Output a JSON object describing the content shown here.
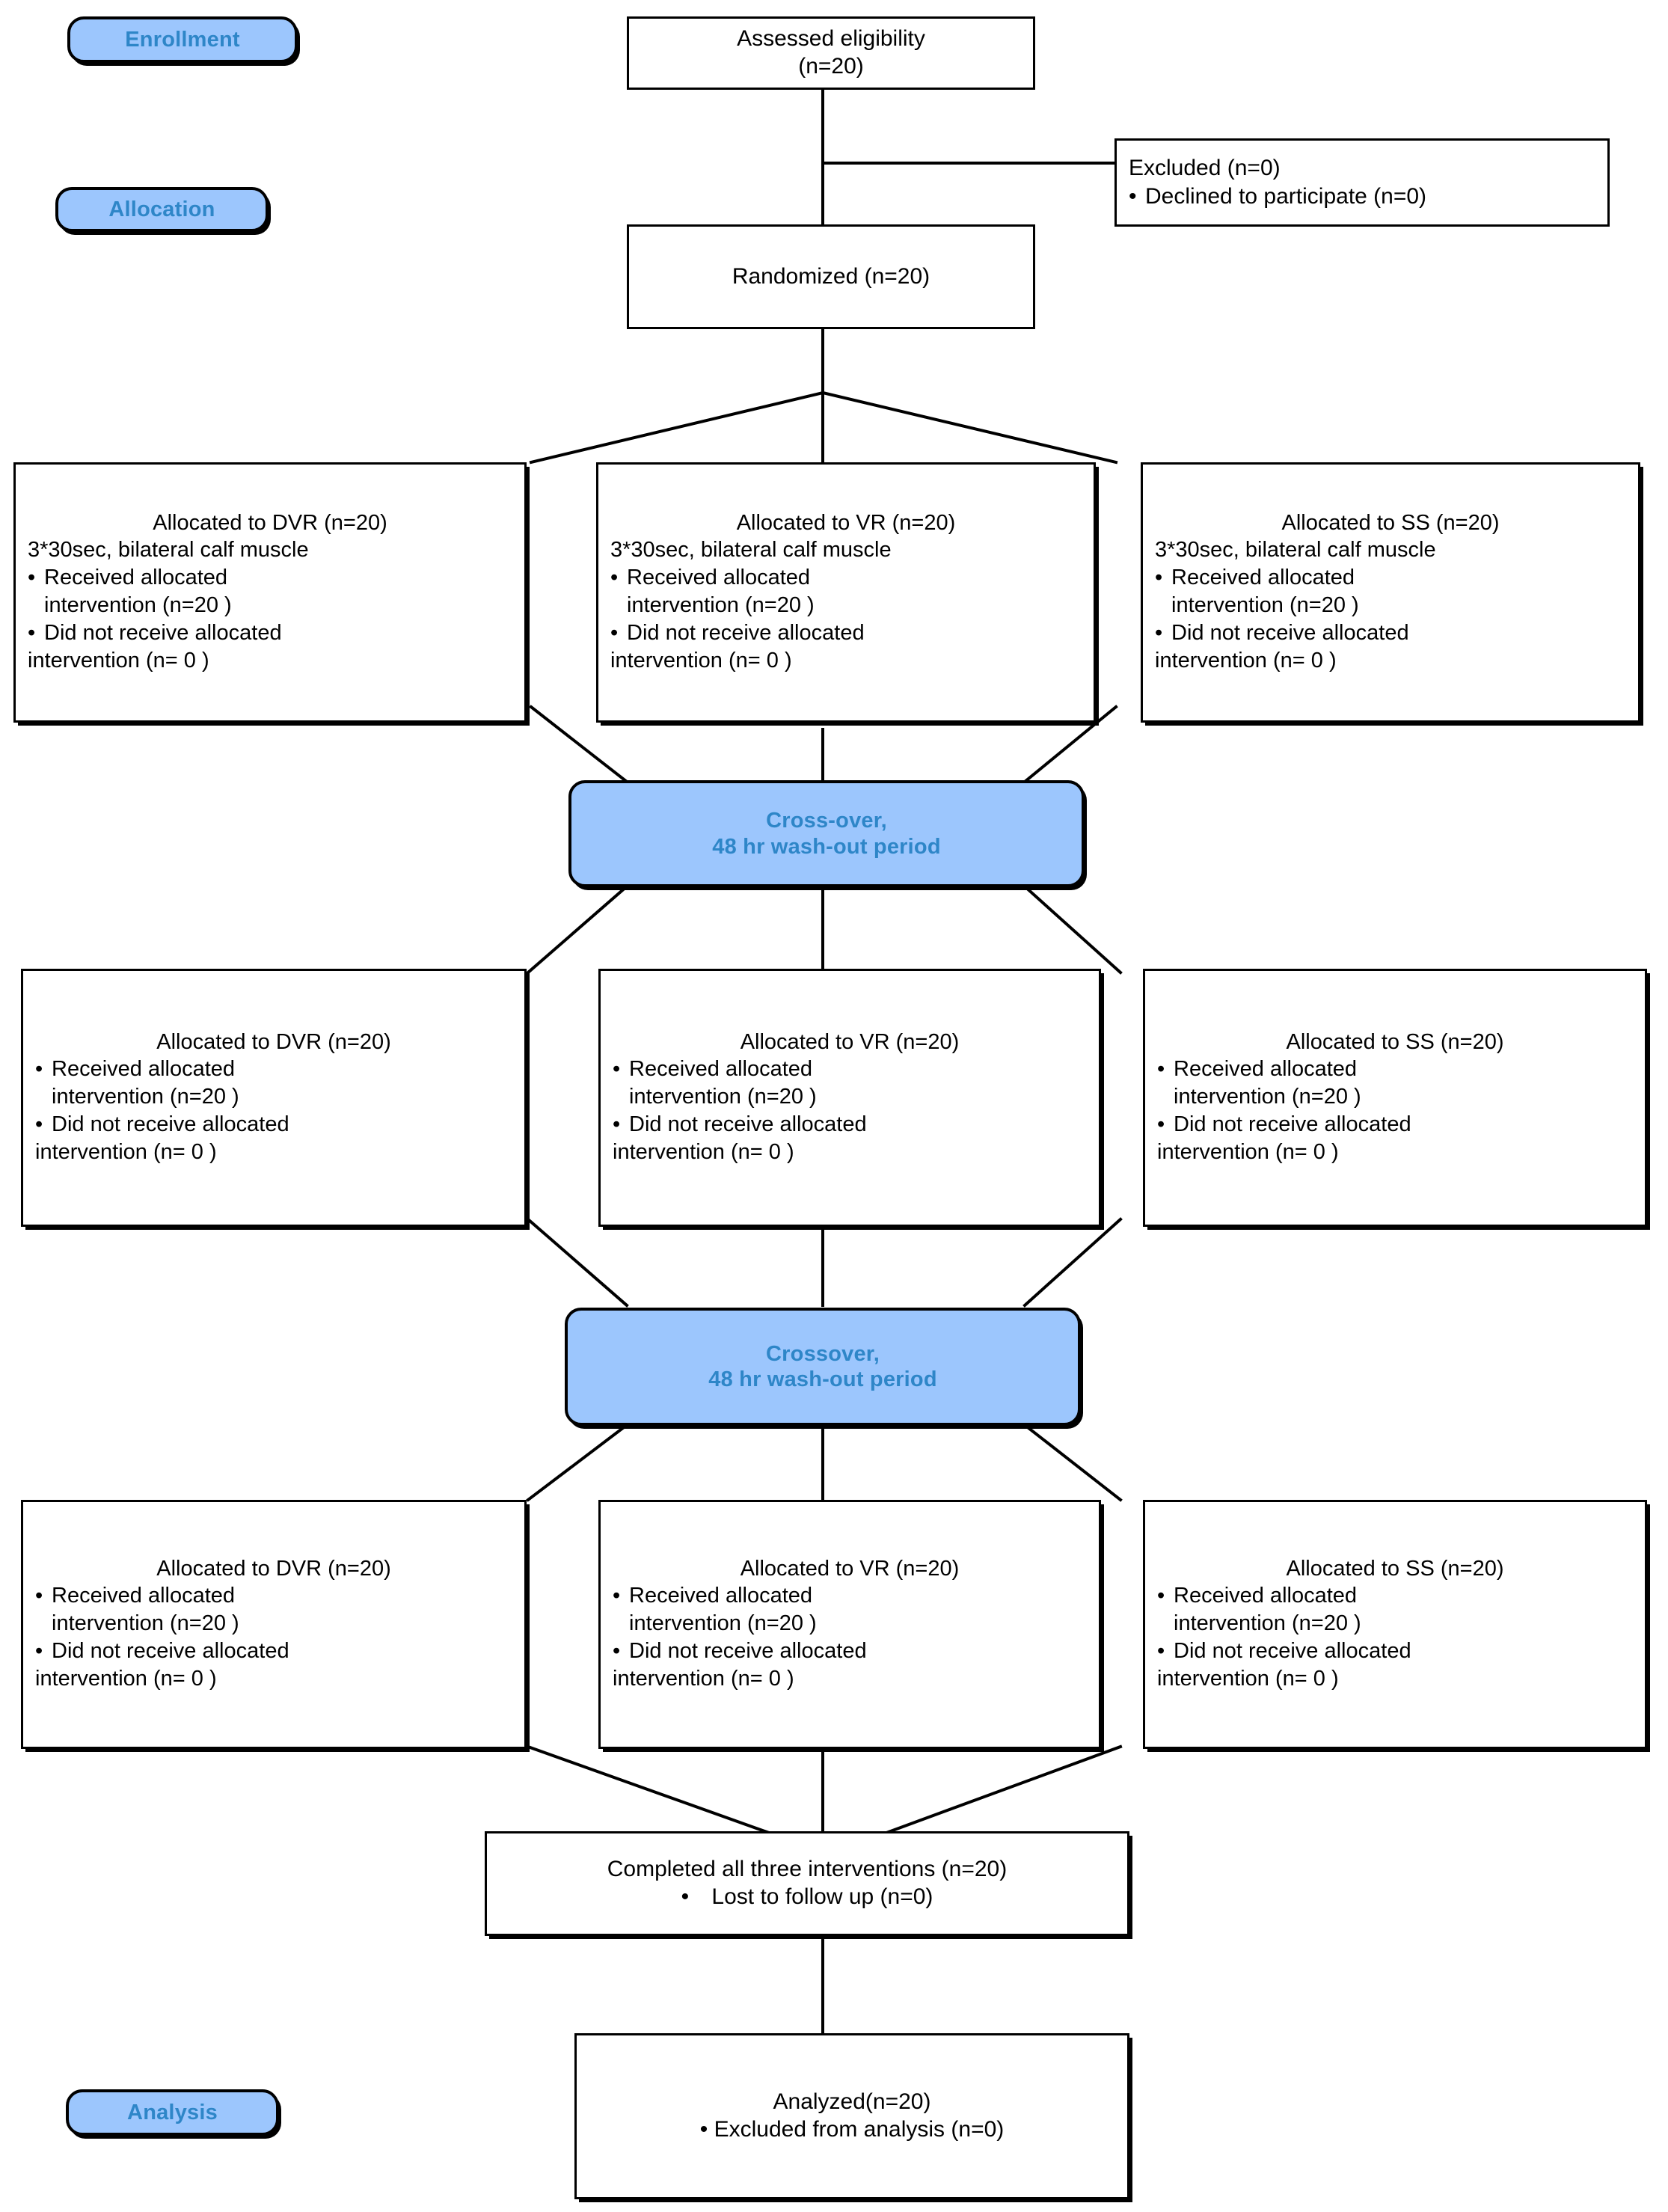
{
  "diagram": {
    "type": "consort-flow-diagram",
    "title": "CONSORT crossover trial flow diagram",
    "colors": {
      "pill_fill": "#9CC6FD",
      "pill_text": "#2E86C8",
      "box_border": "#000000",
      "box_fill": "#FFFFFF",
      "connector": "#000000"
    }
  },
  "stages": {
    "enrollment": "Enrollment",
    "allocation": "Allocation",
    "analysis": "Analysis"
  },
  "crossover_1": {
    "line1": "Cross-over,",
    "line2": "48 hr wash-out period"
  },
  "crossover_2": {
    "line1": "Crossover,",
    "line2": "48 hr wash-out period"
  },
  "enrollment_box": {
    "line1": "Assessed eligibility",
    "line2": "(n=20)"
  },
  "excluded_box": {
    "line1": "Excluded (n=0)",
    "bullet1": "Declined to participate (n=0)"
  },
  "randomized_box": {
    "line1": "Randomized (n=20)"
  },
  "allocation_row_1": [
    {
      "title": "Allocated to DVR (n=20)",
      "dose": "3*30sec, bilateral calf muscle",
      "b1_l1": "Received  allocated",
      "b1_l2": "intervention (n=20  )",
      "b2_l1": "Did not receive allocated",
      "b2_l2": "intervention  (n= 0 )"
    },
    {
      "title": "Allocated to VR (n=20)",
      "dose": "3*30sec, bilateral calf muscle",
      "b1_l1": "Received  allocated",
      "b1_l2": "intervention (n=20  )",
      "b2_l1": "Did not receive allocated",
      "b2_l2": "intervention  (n= 0 )"
    },
    {
      "title": "Allocated to SS (n=20)",
      "dose": "3*30sec, bilateral calf muscle",
      "b1_l1": "Received  allocated",
      "b1_l2": "intervention (n=20  )",
      "b2_l1": "Did not receive allocated",
      "b2_l2": "intervention  (n= 0 )"
    }
  ],
  "allocation_row_2": [
    {
      "title": "Allocated to DVR (n=20)",
      "b1_l1": "Received  allocated",
      "b1_l2": "intervention (n=20  )",
      "b2_l1": "Did not receive allocated",
      "b2_l2": "intervention  (n= 0 )"
    },
    {
      "title": "Allocated to VR (n=20)",
      "b1_l1": "Received  allocated",
      "b1_l2": "intervention (n=20  )",
      "b2_l1": "Did not receive allocated",
      "b2_l2": "intervention  (n= 0 )"
    },
    {
      "title": "Allocated to SS (n=20)",
      "b1_l1": "Received  allocated",
      "b1_l2": "intervention (n=20  )",
      "b2_l1": "Did not receive allocated",
      "b2_l2": "intervention  (n= 0 )"
    }
  ],
  "allocation_row_3": [
    {
      "title": "Allocated to DVR (n=20)",
      "b1_l1": "Received  allocated",
      "b1_l2": "intervention (n=20  )",
      "b2_l1": "Did not receive allocated",
      "b2_l2": "intervention  (n= 0 )"
    },
    {
      "title": "Allocated to VR (n=20)",
      "b1_l1": "Received  allocated",
      "b1_l2": "intervention (n=20  )",
      "b2_l1": "Did not receive allocated",
      "b2_l2": "intervention  (n= 0 )"
    },
    {
      "title": "Allocated to SS (n=20)",
      "b1_l1": "Received  allocated",
      "b1_l2": "intervention (n=20  )",
      "b2_l1": "Did not receive allocated",
      "b2_l2": "intervention  (n= 0 )"
    }
  ],
  "completed_box": {
    "line1": "Completed all three interventions (n=20)",
    "bullet1": "Lost to follow up (n=0)"
  },
  "analyzed_box": {
    "line1": "Analyzed(n=20)",
    "bullet1": "Excluded from analysis (n=0)"
  },
  "glyphs": {
    "bullet": "•"
  }
}
